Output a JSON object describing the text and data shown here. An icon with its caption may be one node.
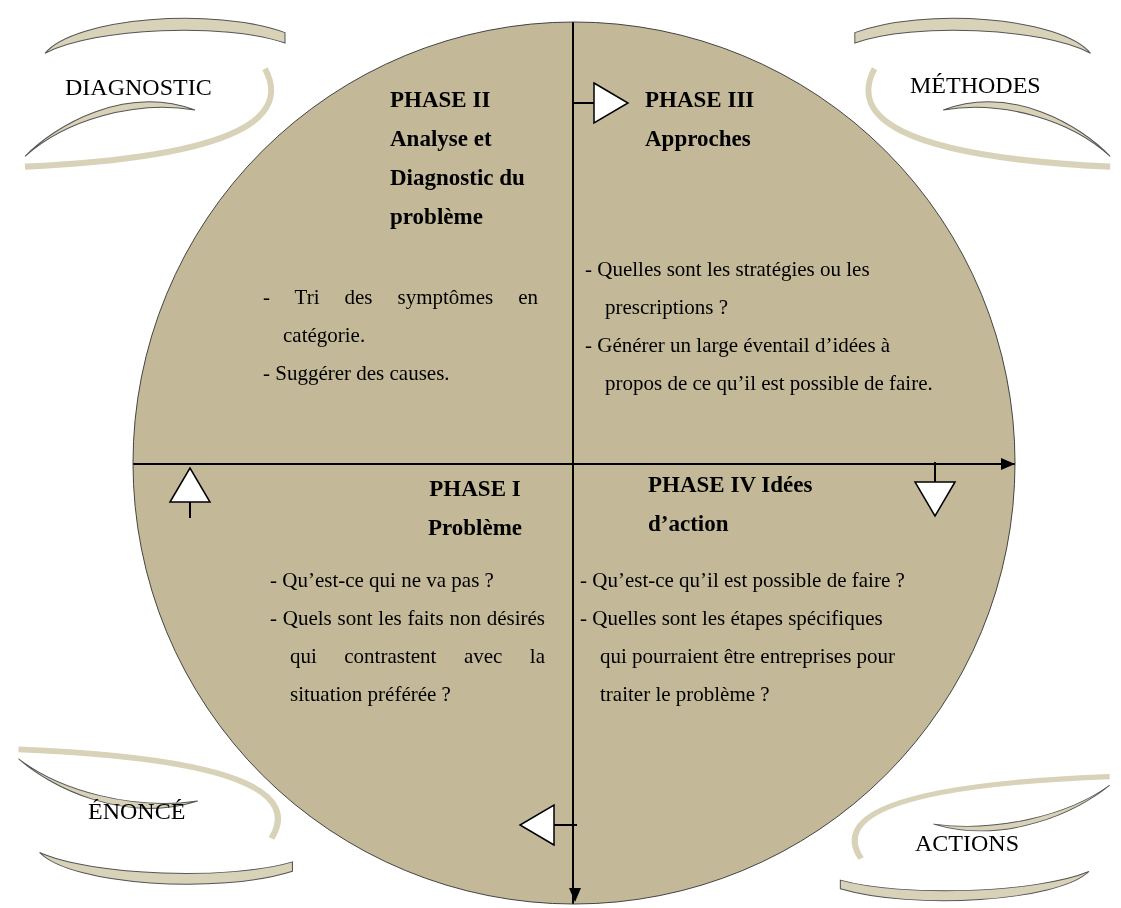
{
  "diagram": {
    "nodes": [
      {
        "text": [
          "DIAGNOSTIC"
        ]
      },
      {
        "text": [
          "PHASE II Analyse et Diagnostic du problème",
          "- Tri des symptômes en catégorie.",
          "- Suggérer des causes."
        ]
      },
      {
        "text": [
          "PHASE III Approches",
          "- Quelles sont les stratégies ou les prescriptions ?",
          "- Générer un large éventail d’idées à propos de ce qu’il est possible de faire."
        ]
      },
      {
        "text": [
          "MÉTHODES"
        ]
      },
      {
        "text": [
          "PHASE I Problème",
          "- Qu’est-ce qui ne va pas ?",
          "- Quels sont les faits non désirés qui contrastent avec la situation préférée ?"
        ]
      },
      {
        "text": [
          "PHASE IV Idées d’action",
          "- Qu’est-ce qu’il est possible de faire ?",
          "- Quelles sont les étapes spécifiques qui pourraient être entreprises pour traiter le problème ?"
        ]
      },
      {
        "text": [
          "ÉNONCÉ"
        ]
      },
      {
        "text": [
          "ACTIONS"
        ]
      }
    ],
    "edges": [
      {
        "from": 4,
        "to": 1,
        "arrow": "to"
      },
      {
        "from": 1,
        "to": 2,
        "arrow": "to"
      },
      {
        "from": 2,
        "to": 5,
        "arrow": "to"
      },
      {
        "from": 5,
        "to": 4,
        "arrow": "to"
      }
    ]
  }
}
